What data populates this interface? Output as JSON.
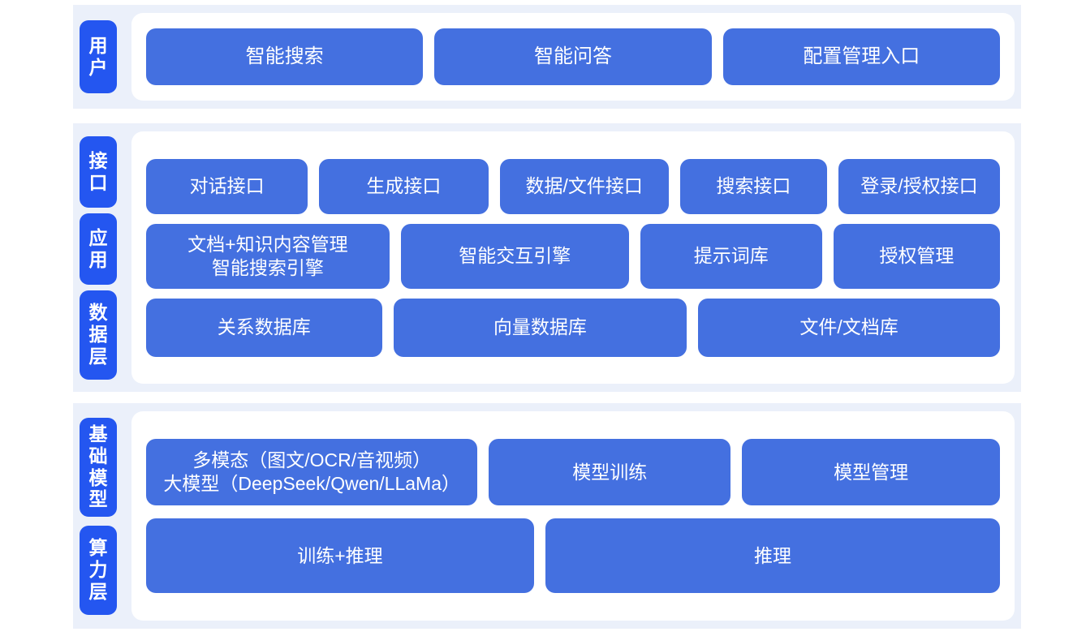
{
  "colors": {
    "band_background": "#ebf0fa",
    "card_background": "#ffffff",
    "side_tab": "#2456f0",
    "content_box": "#4470e0",
    "text_on_blue": "#ffffff",
    "page_background": "#ffffff"
  },
  "diagram": {
    "type": "layered-architecture",
    "bands": [
      {
        "id": "user",
        "tabs": [
          {
            "label": "用户"
          }
        ],
        "rows": [
          {
            "id": "user-entries",
            "boxes": [
              {
                "label": "智能搜索",
                "flex": 1
              },
              {
                "label": "智能问答",
                "flex": 1
              },
              {
                "label": "配置管理入口",
                "flex": 1
              }
            ]
          }
        ]
      },
      {
        "id": "core",
        "tabs": [
          {
            "label": "接口"
          },
          {
            "label": "应用"
          },
          {
            "label": "数据层"
          }
        ],
        "rows": [
          {
            "id": "interface",
            "boxes": [
              {
                "label": "对话接口",
                "flex": 20
              },
              {
                "label": "生成接口",
                "flex": 21
              },
              {
                "label": "数据/文件接口",
                "flex": 21
              },
              {
                "label": "搜索接口",
                "flex": 18
              },
              {
                "label": "登录/授权接口",
                "flex": 20
              }
            ]
          },
          {
            "id": "application",
            "boxes": [
              {
                "label": "文档+知识内容管理\n智能搜索引擎",
                "flex": 30
              },
              {
                "label": "智能交互引擎",
                "flex": 28
              },
              {
                "label": "提示词库",
                "flex": 22
              },
              {
                "label": "授权管理",
                "flex": 20
              }
            ]
          },
          {
            "id": "data",
            "boxes": [
              {
                "label": "关系数据库",
                "flex": 27
              },
              {
                "label": "向量数据库",
                "flex": 34
              },
              {
                "label": "文件/文档库",
                "flex": 35
              }
            ]
          }
        ]
      },
      {
        "id": "base",
        "tabs": [
          {
            "label": "基础模型"
          },
          {
            "label": "算力层"
          }
        ],
        "rows": [
          {
            "id": "model",
            "boxes": [
              {
                "label": "多模态（图文/OCR/音视频）\n大模型（DeepSeek/Qwen/LLaMa）",
                "flex": 39
              },
              {
                "label": "模型训练",
                "flex": 28
              },
              {
                "label": "模型管理",
                "flex": 30
              }
            ]
          },
          {
            "id": "compute",
            "boxes": [
              {
                "label": "训练+推理",
                "flex": 45
              },
              {
                "label": "推理",
                "flex": 53
              }
            ]
          }
        ]
      }
    ]
  }
}
